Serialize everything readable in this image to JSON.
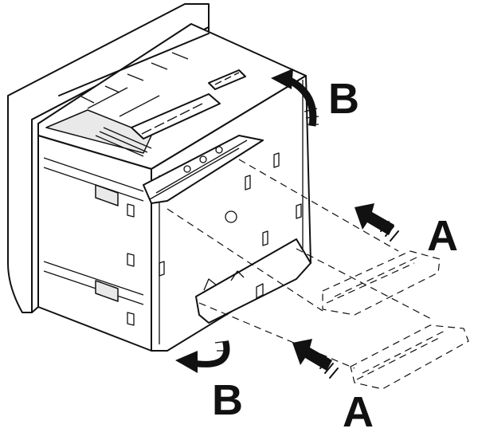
{
  "callouts": {
    "top_b": "B",
    "mid_a": "A",
    "bottom_a": "A",
    "bottom_b": "B"
  }
}
